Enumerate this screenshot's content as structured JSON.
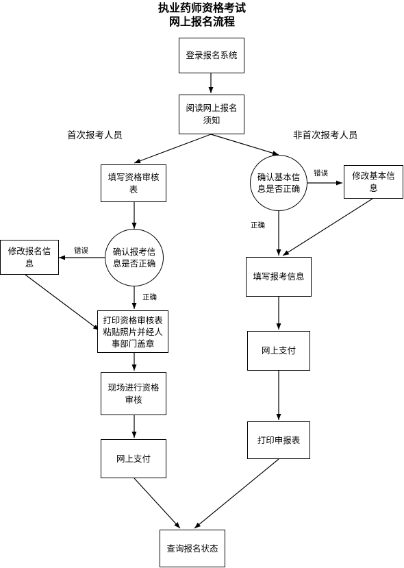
{
  "title": {
    "line1": "执业药师资格考试",
    "line2": "网上报名流程"
  },
  "columns": {
    "first_time": "首次报考人员",
    "non_first_time": "非首次报考人员"
  },
  "nodes": {
    "login": "登录报名系统",
    "read_notice": "阅读网上报名须知",
    "fill_review_form": "填写资格审核表",
    "confirm_exam_info": "确认报考信息是否正确",
    "modify_exam_info": "修改报名信息",
    "print_review_form": "打印资格审核表粘贴照片并经人事部门盖章",
    "onsite_review": "现场进行资格审核",
    "online_pay_left": "网上支付",
    "confirm_basic_info": "确认基本信息是否正确",
    "modify_basic_info": "修改基本信息",
    "fill_exam_info": "填写报考信息",
    "online_pay_right": "网上支付",
    "print_application": "打印申报表",
    "query_status": "查询报名状态"
  },
  "edge_labels": {
    "left_error": "错误",
    "left_correct": "正确",
    "right_error": "错误",
    "right_correct": "正确"
  }
}
